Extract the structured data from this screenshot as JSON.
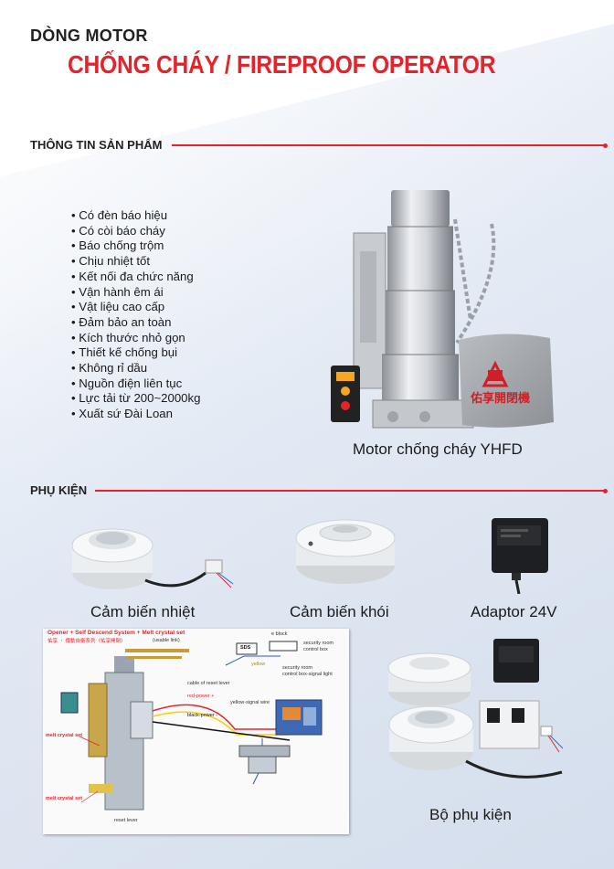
{
  "header": {
    "subtitle": "DÒNG MOTOR",
    "title": "CHỐNG CHÁY / FIREPROOF OPERATOR"
  },
  "product_info": {
    "section_label": "THÔNG TIN SẢN PHẨM",
    "features": [
      "Có đèn báo hiệu",
      "Có còi báo cháy",
      "Báo chống trộm",
      "Chịu nhiệt tốt",
      "Kết nối đa chức năng",
      "Vận hành êm ái",
      "Vật liệu cao cấp",
      "Đảm bảo an toàn",
      "Kích thước nhỏ gọn",
      "Thiết kế chống bụi",
      "Không rỉ dầu",
      "Nguồn điện liên tục",
      "Lực tải từ 200~2000kg",
      "Xuất sứ Đài Loan"
    ],
    "product_caption": "Motor chống cháy YHFD",
    "bag_brand": "佑享開閉機"
  },
  "accessories": {
    "section_label": "PHỤ KIỆN",
    "items": [
      {
        "caption": "Cảm biến nhiệt"
      },
      {
        "caption": "Cảm biến khói"
      },
      {
        "caption": "Adaptor 24V"
      }
    ],
    "kit_caption": "Bộ phụ kiện"
  },
  "diagram": {
    "title": "Opener + Self Descend System + Melt crystal set",
    "labels": {
      "brand_line": "佑享 ・ 傳動自衛系列（佑享開閉）",
      "usable_link": "(usable link)",
      "e_block": "e block",
      "security_room": "security room",
      "control_box": "control box",
      "sds": "SDS",
      "yellow": "yellow",
      "security_room_2": "security room",
      "control_box_signal": "control box-signal light",
      "cable_reset": "cable of reset lever",
      "red_power": "red-power +",
      "yellow_signal": "yellow-signal wire",
      "black_power": "black-power -",
      "melt_crystal": "melt crystal set",
      "melt_crystal_2": "melt crystal set",
      "reset_lever": "reset lever"
    }
  },
  "colors": {
    "accent": "#e3242b",
    "text": "#1a1a1a"
  }
}
